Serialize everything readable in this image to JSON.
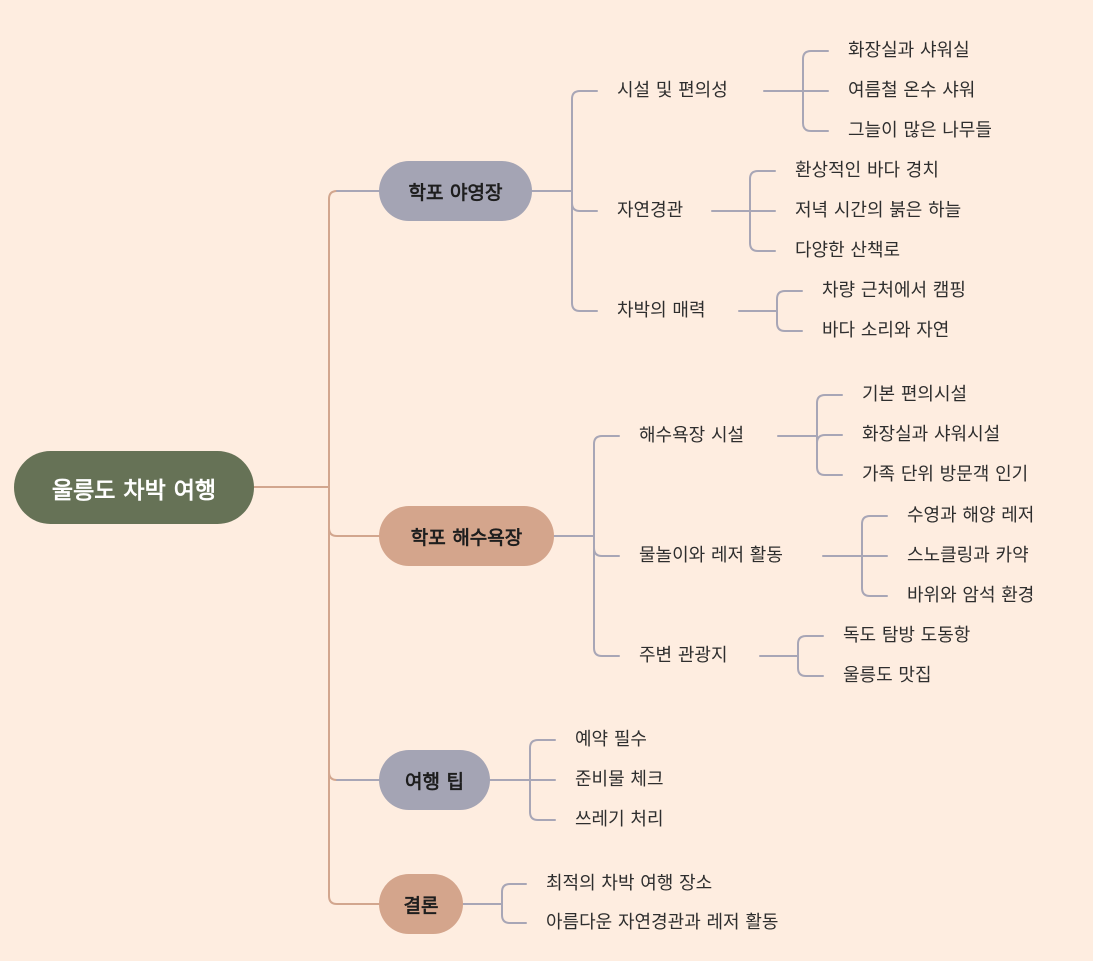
{
  "colors": {
    "background": "#feede0",
    "root": "#667256",
    "gray": "#a4a4b4",
    "salmon": "#d4a58c",
    "gray_line": "#a8a6b6",
    "salmon_line": "#d2a68e"
  },
  "root": {
    "label": "울릉도 차박 여행"
  },
  "branches": [
    {
      "label": "학포 야영장",
      "tone": "gray",
      "groups": [
        {
          "label": "시설 및 편의성",
          "items": [
            "화장실과 샤워실",
            "여름철 온수 샤워",
            "그늘이 많은 나무들"
          ]
        },
        {
          "label": "자연경관",
          "items": [
            "환상적인 바다 경치",
            "저녁 시간의 붉은 하늘",
            "다양한 산책로"
          ]
        },
        {
          "label": "차박의 매력",
          "items": [
            "차량 근처에서 캠핑",
            "바다 소리와 자연"
          ]
        }
      ]
    },
    {
      "label": "학포 해수욕장",
      "tone": "salmon",
      "groups": [
        {
          "label": "해수욕장 시설",
          "items": [
            "기본 편의시설",
            "화장실과 샤워시설",
            "가족 단위 방문객 인기"
          ]
        },
        {
          "label": "물놀이와 레저 활동",
          "items": [
            "수영과 해양 레저",
            "스노클링과 카약",
            "바위와 암석 환경"
          ]
        },
        {
          "label": "주변 관광지",
          "items": [
            "독도 탐방 도동항",
            "울릉도 맛집"
          ]
        }
      ]
    },
    {
      "label": "여행 팁",
      "tone": "gray",
      "items": [
        "예약 필수",
        "준비물 체크",
        "쓰레기 처리"
      ]
    },
    {
      "label": "결론",
      "tone": "salmon",
      "items": [
        "최적의 차박 여행 장소",
        "아름다운 자연경관과 레저 활동"
      ]
    }
  ]
}
